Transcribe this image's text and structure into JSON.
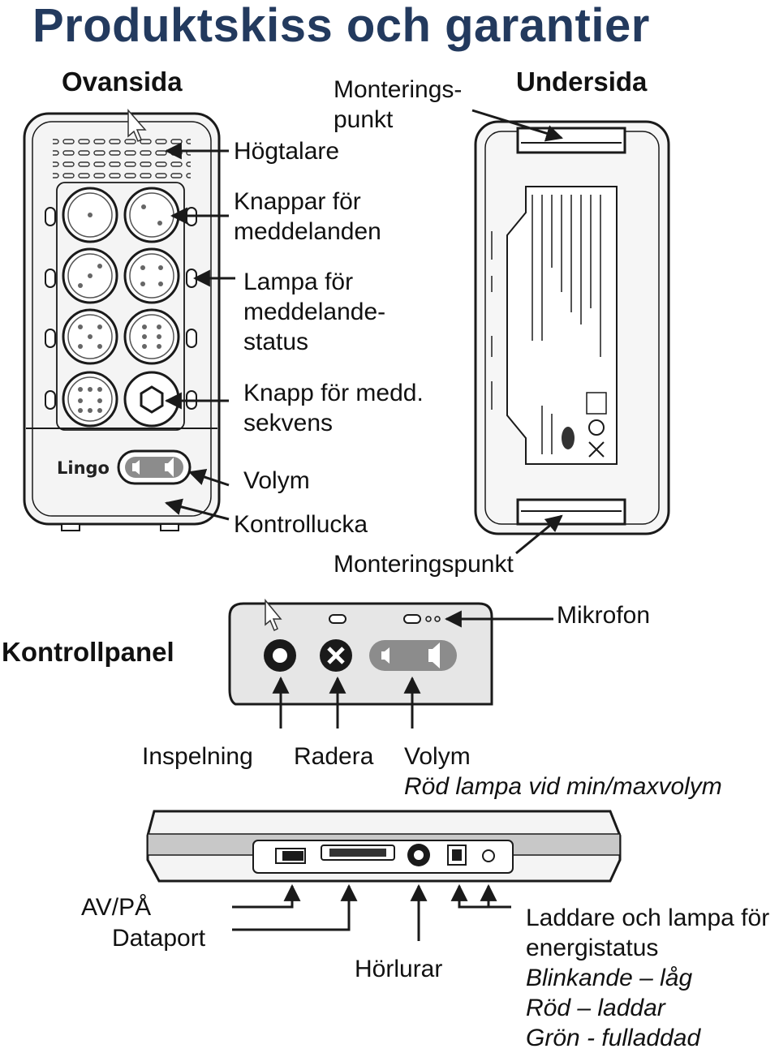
{
  "title": "Produktskiss och garantier",
  "headings": {
    "top_view": "Ovansida",
    "bottom_view": "Undersida",
    "control_panel": "Kontrollpanel"
  },
  "device_logo": "Lingo",
  "labels": {
    "mount_point_top": [
      "Monterings-",
      "punkt"
    ],
    "speaker": "Högtalare",
    "message_buttons": [
      "Knappar för",
      "meddelanden"
    ],
    "message_lamp": [
      "Lampa för",
      "meddelande-",
      "status"
    ],
    "sequence_button": [
      "Knapp för medd.",
      "sekvens"
    ],
    "volume_top": "Volym",
    "control_hatch": "Kontrollucka",
    "mount_point_bottom": "Monteringspunkt",
    "microphone": "Mikrofon",
    "record": "Inspelning",
    "delete": "Radera",
    "volume_panel": "Volym",
    "volume_note": "Röd lampa vid min/maxvolym",
    "on_off": "AV/PÅ",
    "data_port": "Dataport",
    "headphones": "Hörlurar",
    "charger": [
      "Laddare och lampa för",
      "energistatus"
    ],
    "charger_states": [
      "Blinkande – låg",
      "Röd – laddar",
      "Grön - fulladdad"
    ]
  },
  "colors": {
    "title": "#233a5e",
    "line": "#1a1a1a",
    "device_fill": "#f4f4f4",
    "panel_fill": "#e6e6e6",
    "volume_bar": "#8c8c8c"
  }
}
